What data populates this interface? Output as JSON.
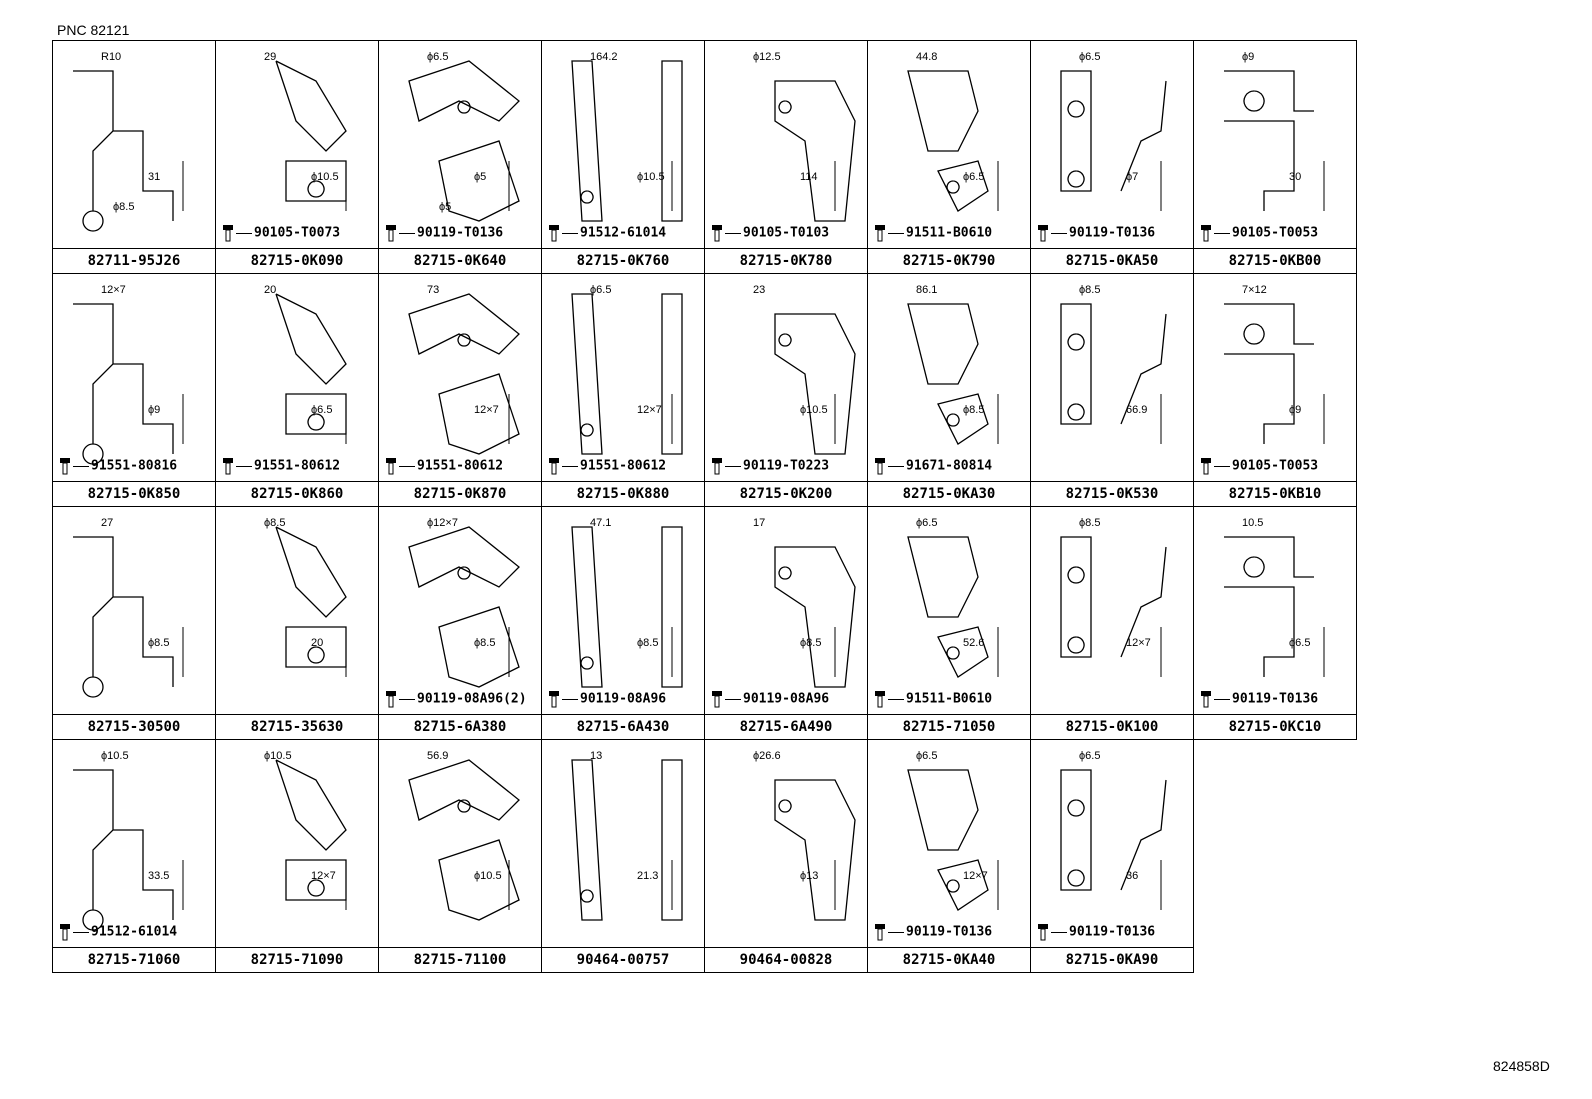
{
  "pnc_label": "PNC 82121",
  "reference_code": "824858D",
  "colors": {
    "line": "#000000",
    "background": "#ffffff"
  },
  "cells": [
    {
      "part_number": "82711-95J26",
      "bolt": "",
      "dims": [
        "R10",
        "31",
        "ϕ8.5"
      ]
    },
    {
      "part_number": "82715-0K090",
      "bolt": "90105-T0073",
      "dims": [
        "29",
        "ϕ10.5"
      ]
    },
    {
      "part_number": "82715-0K640",
      "bolt": "90119-T0136",
      "dims": [
        "ϕ6.5",
        "ϕ5",
        "ϕ5"
      ]
    },
    {
      "part_number": "82715-0K760",
      "bolt": "91512-61014",
      "dims": [
        "164.2",
        "ϕ10.5"
      ]
    },
    {
      "part_number": "82715-0K780",
      "bolt": "90105-T0103",
      "dims": [
        "ϕ12.5",
        "114"
      ]
    },
    {
      "part_number": "82715-0K790",
      "bolt": "91511-B0610",
      "dims": [
        "44.8",
        "ϕ6.5"
      ]
    },
    {
      "part_number": "82715-0KA50",
      "bolt": "90119-T0136",
      "dims": [
        "ϕ6.5",
        "ϕ7"
      ]
    },
    {
      "part_number": "82715-0KB00",
      "bolt": "90105-T0053",
      "dims": [
        "ϕ9",
        "30"
      ]
    },
    {
      "part_number": "82715-0K850",
      "bolt": "91551-80816",
      "dims": [
        "12×7",
        "ϕ9"
      ]
    },
    {
      "part_number": "82715-0K860",
      "bolt": "91551-80612",
      "dims": [
        "20",
        "ϕ6.5"
      ]
    },
    {
      "part_number": "82715-0K870",
      "bolt": "91551-80612",
      "dims": [
        "73",
        "12×7"
      ]
    },
    {
      "part_number": "82715-0K880",
      "bolt": "91551-80612",
      "dims": [
        "ϕ6.5",
        "12×7"
      ]
    },
    {
      "part_number": "82715-0K200",
      "bolt": "90119-T0223",
      "dims": [
        "23",
        "ϕ10.5"
      ]
    },
    {
      "part_number": "82715-0KA30",
      "bolt": "91671-80814",
      "dims": [
        "86.1",
        "ϕ8.5"
      ]
    },
    {
      "part_number": "82715-0K530",
      "bolt": "",
      "dims": [
        "ϕ8.5",
        "66.9"
      ]
    },
    {
      "part_number": "82715-0KB10",
      "bolt": "90105-T0053",
      "dims": [
        "7×12",
        "ϕ9"
      ]
    },
    {
      "part_number": "82715-30500",
      "bolt": "",
      "dims": [
        "27",
        "ϕ8.5"
      ]
    },
    {
      "part_number": "82715-35630",
      "bolt": "",
      "dims": [
        "ϕ8.5",
        "20"
      ]
    },
    {
      "part_number": "82715-6A380",
      "bolt": "90119-08A96(2)",
      "dims": [
        "ϕ12×7",
        "ϕ8.5"
      ]
    },
    {
      "part_number": "82715-6A430",
      "bolt": "90119-08A96",
      "dims": [
        "47.1",
        "ϕ8.5"
      ]
    },
    {
      "part_number": "82715-6A490",
      "bolt": "90119-08A96",
      "dims": [
        "17",
        "ϕ8.5"
      ]
    },
    {
      "part_number": "82715-71050",
      "bolt": "91511-B0610",
      "dims": [
        "ϕ6.5",
        "52.6"
      ]
    },
    {
      "part_number": "82715-0K100",
      "bolt": "",
      "dims": [
        "ϕ8.5",
        "12×7"
      ]
    },
    {
      "part_number": "82715-0KC10",
      "bolt": "90119-T0136",
      "dims": [
        "10.5",
        "ϕ6.5"
      ]
    },
    {
      "part_number": "82715-71060",
      "bolt": "91512-61014",
      "dims": [
        "ϕ10.5",
        "33.5"
      ]
    },
    {
      "part_number": "82715-71090",
      "bolt": "",
      "dims": [
        "ϕ10.5",
        "12×7"
      ]
    },
    {
      "part_number": "82715-71100",
      "bolt": "",
      "dims": [
        "56.9",
        "ϕ10.5"
      ]
    },
    {
      "part_number": "90464-00757",
      "bolt": "",
      "dims": [
        "13",
        "21.3"
      ]
    },
    {
      "part_number": "90464-00828",
      "bolt": "",
      "dims": [
        "ϕ26.6",
        "ϕ13"
      ]
    },
    {
      "part_number": "82715-0KA40",
      "bolt": "90119-T0136",
      "dims": [
        "ϕ6.5",
        "12×7"
      ]
    },
    {
      "part_number": "82715-0KA90",
      "bolt": "90119-T0136",
      "dims": [
        "ϕ6.5",
        "36"
      ]
    }
  ]
}
